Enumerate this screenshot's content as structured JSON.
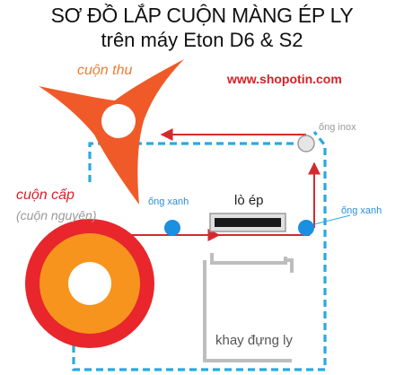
{
  "title": {
    "line1": "SƠ ĐỒ LẮP CUỘN MÀNG ÉP LY",
    "line2": "trên máy Eton D6 & S2"
  },
  "website": "www.shopotin.com",
  "labels": {
    "take_up_roll": "cuộn thu",
    "supply_roll": "cuộn cấp",
    "supply_roll_note": "(cuộn nguyên)",
    "inox_tube": "ống inox",
    "blue_tube": "ống xanh",
    "sealing_unit": "lò ép",
    "cup_tray": "khay đựng ly"
  },
  "colors": {
    "take_up_roll": "#f05a28",
    "supply_roll_outer": "#e8262c",
    "supply_roll_mid": "#f7941d",
    "film_path": "#d42a2f",
    "frame_dashed": "#29a9e0",
    "blue_tube": "#1b8fe0",
    "inox_tube": "#dddddd",
    "title": "#111111"
  }
}
